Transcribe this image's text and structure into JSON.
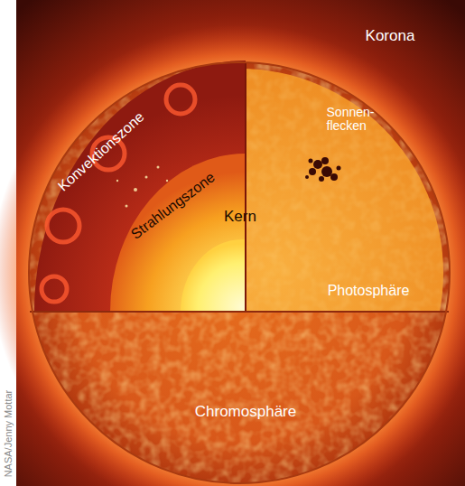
{
  "diagram": {
    "labels": [
      "Korona",
      "Konvektionszone",
      "Sonnen- flecken",
      "Strahlungszone",
      "Kern",
      "Photosphäre",
      "Chromosphäre",
      "NASA/Jenny Mottar"
    ]
  }
}
